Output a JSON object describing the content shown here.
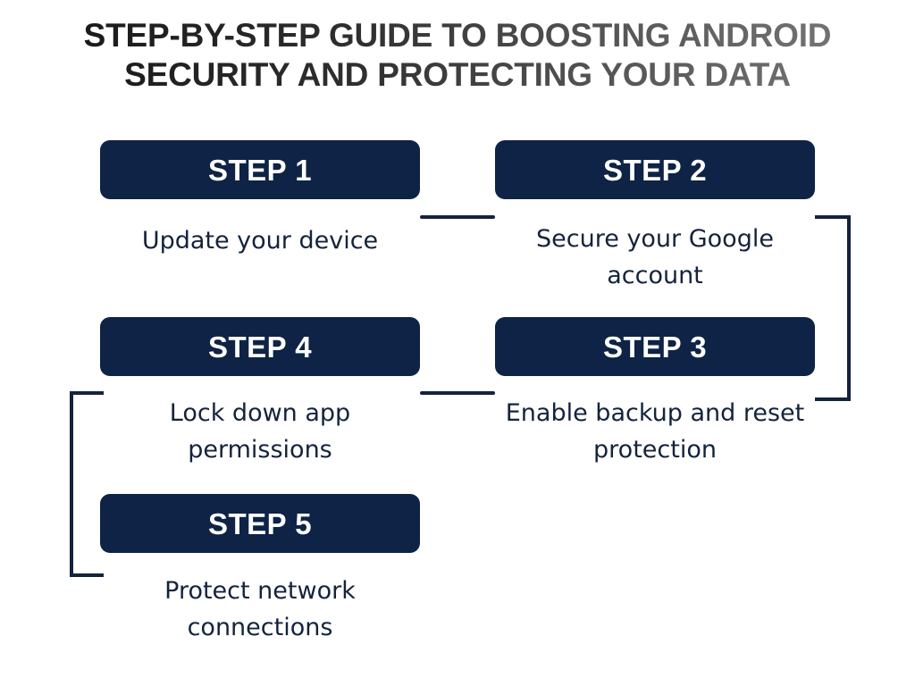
{
  "title": {
    "line1": "STEP-BY-STEP GUIDE TO BOOSTING ANDROID",
    "line2": "SECURITY AND PROTECTING YOUR DATA"
  },
  "colors": {
    "box_fill": "#0e2345",
    "box_label": "#ffffff",
    "caption_text": "#14233d",
    "connector": "#14233d",
    "background": "#ffffff",
    "title_gradient_start": "#141414",
    "title_gradient_end": "#7a7a7a"
  },
  "steps": [
    {
      "label": "STEP 1",
      "caption": "Update your device"
    },
    {
      "label": "STEP 2",
      "caption": "Secure your Google account"
    },
    {
      "label": "STEP 3",
      "caption": "Enable backup and reset protection"
    },
    {
      "label": "STEP 4",
      "caption": "Lock down app permissions"
    },
    {
      "label": "STEP 5",
      "caption": "Protect network connections"
    }
  ],
  "chart_data": {
    "type": "table",
    "title": "STEP-BY-STEP GUIDE TO BOOSTING ANDROID SECURITY AND PROTECTING YOUR DATA",
    "categories": [
      "STEP 1",
      "STEP 2",
      "STEP 3",
      "STEP 4",
      "STEP 5"
    ],
    "values": [
      "Update your device",
      "Secure your Google account",
      "Enable backup and reset protection",
      "Lock down app permissions",
      "Protect network connections"
    ],
    "flow_order": [
      "STEP 1",
      "STEP 2",
      "STEP 3",
      "STEP 4",
      "STEP 5"
    ],
    "connectors": [
      {
        "from": "STEP 1",
        "to": "STEP 2",
        "shape": "horizontal-line"
      },
      {
        "from": "STEP 2",
        "to": "STEP 3",
        "shape": "right-bracket"
      },
      {
        "from": "STEP 3",
        "to": "STEP 4",
        "shape": "horizontal-line"
      },
      {
        "from": "STEP 4",
        "to": "STEP 5",
        "shape": "left-bracket"
      }
    ]
  }
}
